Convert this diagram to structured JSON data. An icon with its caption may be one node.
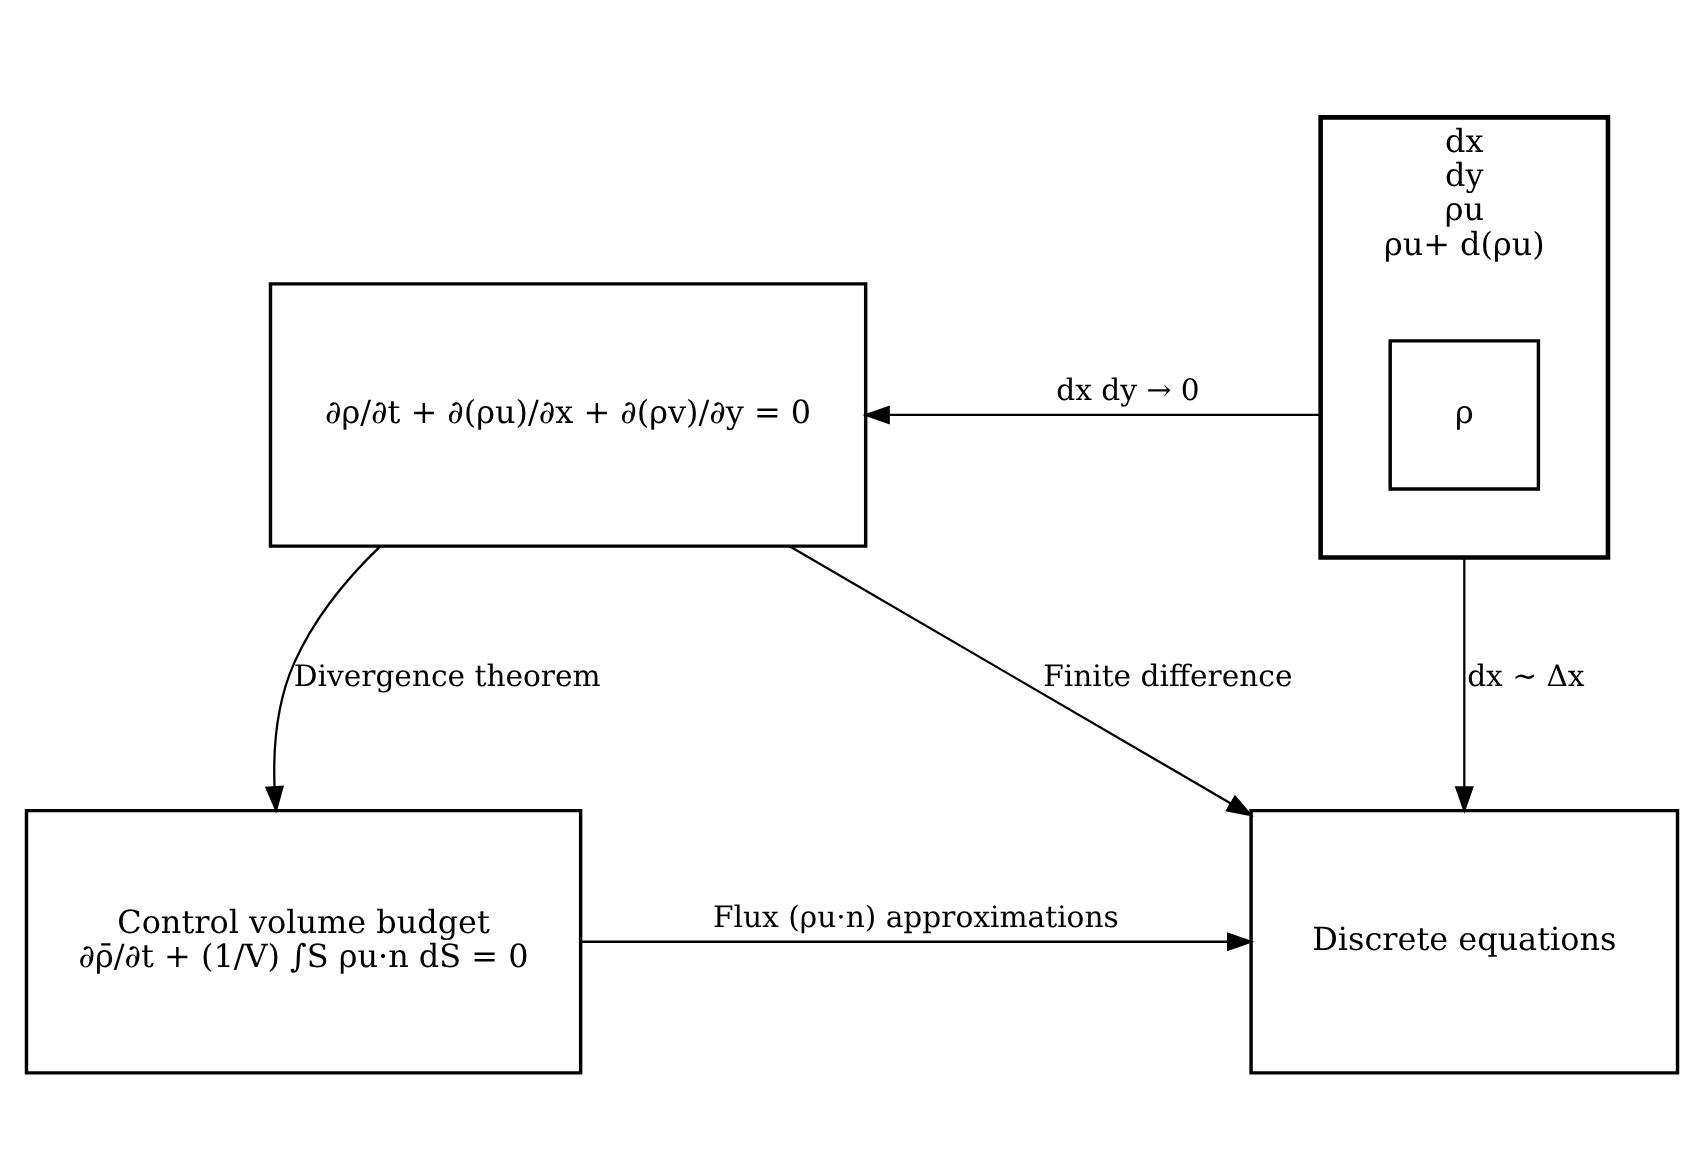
{
  "diagram": {
    "nodes": [
      {
        "text": [
          "dx",
          "dy",
          "ρu",
          "ρu+ d(ρu)"
        ]
      },
      {
        "text": [
          "ρ"
        ],
        "in": 0
      },
      {
        "text": [
          "∂ρ/∂t + ∂(ρu)/∂x + ∂(ρv)/∂y = 0"
        ]
      },
      {
        "text": [
          "Discrete equations"
        ]
      },
      {
        "text": [
          "Control volume budget",
          "∂ρ̄/∂t + (1/V) ∫S ρu·n dS = 0"
        ]
      }
    ],
    "edges": [
      {
        "from": 0,
        "to": 2,
        "arrow": "to",
        "label": "dx dy → 0"
      },
      {
        "from": 0,
        "to": 3,
        "arrow": "to",
        "label": "dx ∼ Δx"
      },
      {
        "from": 2,
        "to": 3,
        "arrow": "to",
        "label": "Finite difference"
      },
      {
        "from": 2,
        "to": 4,
        "arrow": "to",
        "label": "Divergence theorem"
      },
      {
        "from": 4,
        "to": 3,
        "arrow": "to",
        "label": "Flux (ρu·n) approximations"
      }
    ]
  }
}
